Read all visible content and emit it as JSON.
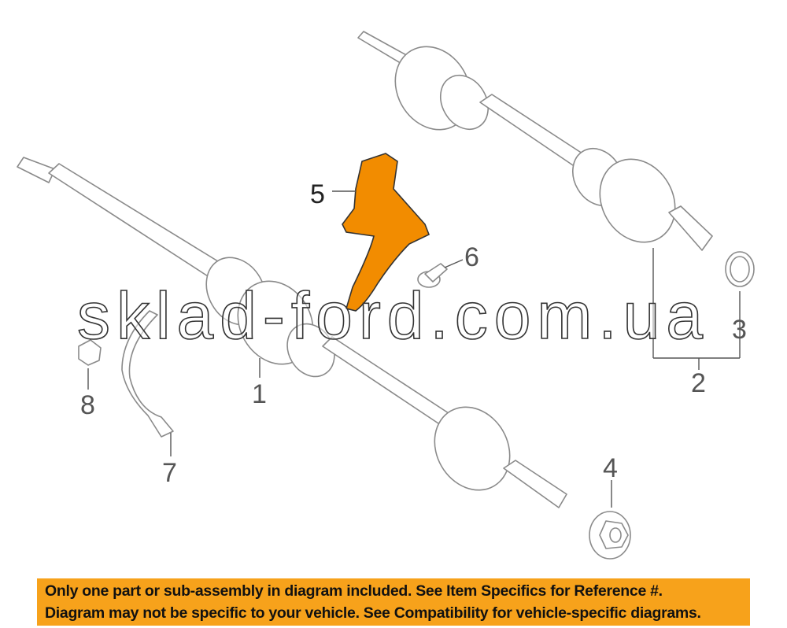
{
  "diagram": {
    "callouts": {
      "c1": "1",
      "c2": "2",
      "c3": "3",
      "c4": "4",
      "c5": "5",
      "c6": "6",
      "c7": "7",
      "c8": "8"
    },
    "highlight_color": "#f28c00",
    "watermark": "sklad-ford.com.ua"
  },
  "banner": {
    "line1": "Only one part or sub-assembly in diagram included. See Item Specifics for Reference #.",
    "line2": "Diagram may not be specific to your vehicle. See Compatibility for vehicle-specific diagrams.",
    "color": "#f7a21b"
  }
}
